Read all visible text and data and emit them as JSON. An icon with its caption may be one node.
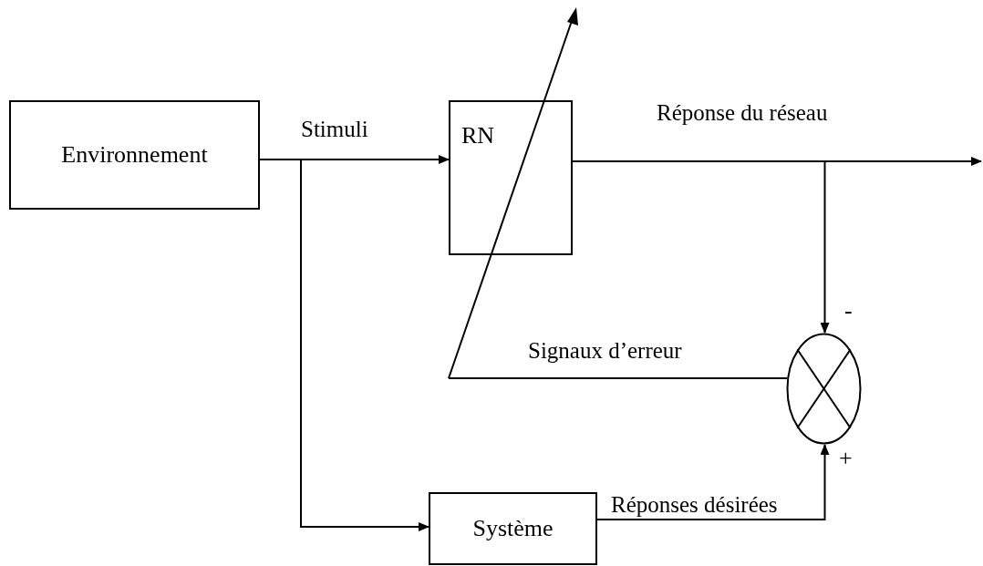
{
  "diagram": {
    "nodes": [
      {
        "text": [
          "Environnement"
        ]
      },
      {
        "text": [
          "RN"
        ]
      },
      {
        "text": [
          "Système"
        ]
      },
      {
        "text": [],
        "shape": "circle"
      }
    ],
    "edges": [
      {
        "from": 0,
        "to": 1,
        "arrow": "to",
        "label": "Stimuli"
      },
      {
        "from": 0,
        "to": 2,
        "arrow": "to"
      },
      {
        "from": 1,
        "to": null,
        "arrow": "to",
        "label": "Réponse du réseau"
      },
      {
        "from": 1,
        "to": 3,
        "arrow": "to"
      },
      {
        "from": 2,
        "to": 3,
        "arrow": "to",
        "label": "Réponses désirées"
      },
      {
        "from": 3,
        "to": null,
        "arrow": "none",
        "label": "Signaux d’erreur"
      }
    ],
    "labels": [
      "-",
      "+"
    ]
  }
}
